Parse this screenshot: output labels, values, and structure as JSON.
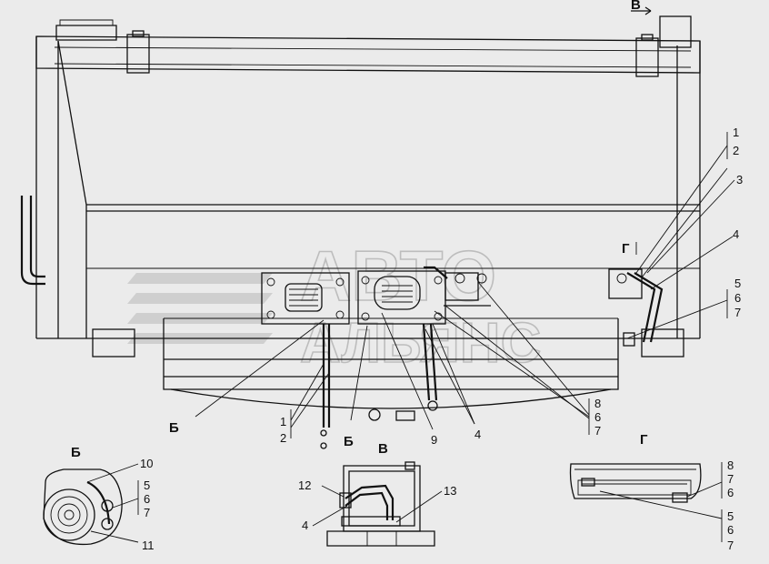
{
  "watermark": {
    "line1": "АВТО",
    "line2": "АЛЬЯНС"
  },
  "callouts": {
    "n1_top": "1",
    "n2_top": "2",
    "n3": "3",
    "n4_right": "4",
    "n5_right": "5",
    "n6_right": "6",
    "n7_right": "7",
    "n8_mid": "8",
    "n6_mid": "6",
    "n7_mid": "7",
    "n1_bottom": "1",
    "n2_bottom": "2",
    "n9": "9",
    "n4_bottom": "4",
    "view_b_left": "Б",
    "view_b_center": "Б",
    "view_g_marker": "Г",
    "view_v_marker": "В"
  },
  "details": {
    "b": {
      "title": "Б",
      "n10": "10",
      "n5": "5",
      "n6": "6",
      "n7": "7",
      "n11": "11"
    },
    "v": {
      "title": "В",
      "n12": "12",
      "n13": "13",
      "n4": "4"
    },
    "g": {
      "title": "Г",
      "n8": "8",
      "n7": "7",
      "n6": "6",
      "n5": "5",
      "n6b": "6",
      "n7b": "7"
    }
  }
}
